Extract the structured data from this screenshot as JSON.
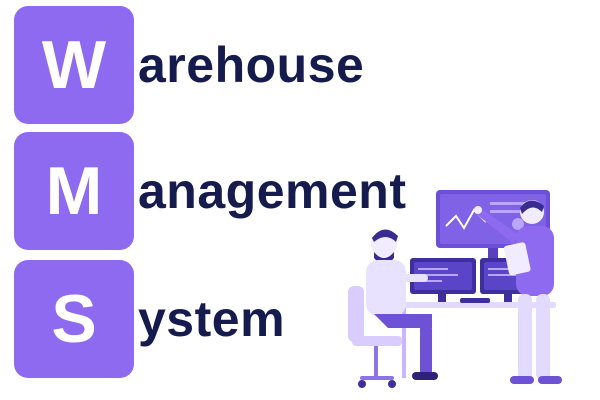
{
  "rows": [
    {
      "letter": "W",
      "word": "arehouse"
    },
    {
      "letter": "M",
      "word": "anagement"
    },
    {
      "letter": "S",
      "word": "ystem"
    }
  ],
  "colors": {
    "accent": "#8e6af0",
    "text": "#151b4d",
    "illustration_light": "#c9b6ff",
    "illustration_dark": "#3a2a91"
  },
  "icons": [
    "person-standing-icon",
    "person-sitting-icon",
    "monitor-icon",
    "desk-icon",
    "chair-icon"
  ]
}
